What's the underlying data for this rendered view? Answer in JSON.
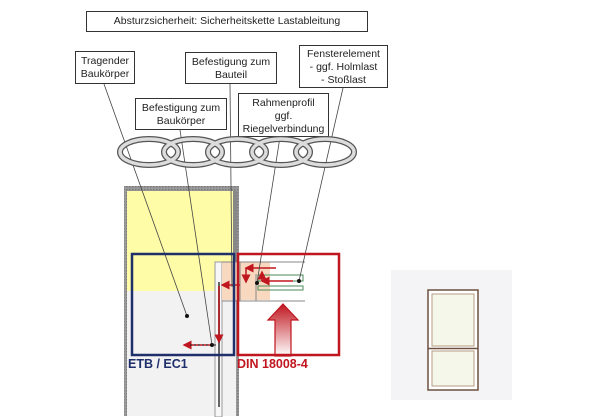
{
  "title": "Absturzsicherheit: Sicherheitskette Lastableitung",
  "chain_labels": [
    {
      "id": "tragender-baukoerper",
      "text": "Tragender\nBaukörper"
    },
    {
      "id": "befestigung-baukoerper",
      "text": "Befestigung zum\nBaukörper"
    },
    {
      "id": "befestigung-bauteil",
      "text": "Befestigung zum\nBauteil"
    },
    {
      "id": "rahmenprofil",
      "text": "Rahmenprofil\nggf.\nRiegelverbindung"
    },
    {
      "id": "fensterelement",
      "text": "Fensterelement\n- ggf. Holmlast\n- Stoßlast"
    }
  ],
  "regions": {
    "etb": {
      "label": "ETB / EC1",
      "color": "#1f2f6b"
    },
    "din": {
      "label": "DIN 18008-4",
      "color": "#c0161f"
    }
  },
  "colors": {
    "wall_fill": "#fefca6",
    "wall_border": "#8c8c8c",
    "arrow": "#c0161f",
    "frame": "#f8d9bf"
  }
}
